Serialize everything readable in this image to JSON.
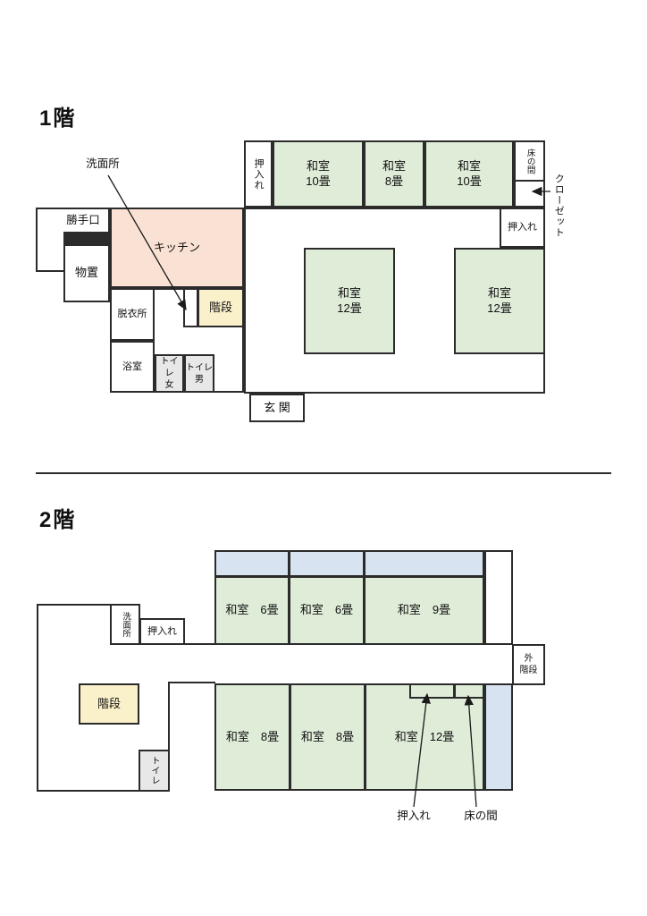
{
  "f1": {
    "title": "1階",
    "senmenjo_label": "洗面所",
    "oshiire_top": "押入れ",
    "washitsu10a": "和室\n10畳",
    "washitsu8": "和室\n8畳",
    "washitsu10b": "和室\n10畳",
    "tokonoma": "床の間",
    "closet_label": "クローゼット",
    "oshiire_right": "押入れ",
    "washitsu12a": "和室\n12畳",
    "washitsu12b": "和室\n12畳",
    "genkan": "玄 関",
    "katteguchi": "勝手口",
    "monooki": "物置",
    "kitchen": "キッチン",
    "datsuisho": "脱衣所",
    "kaidan": "階段",
    "yokushitsu": "浴室",
    "toilet_w": "トイレ\n女",
    "toilet_m": "トイレ\n男"
  },
  "f2": {
    "title": "2階",
    "senmenjo": "洗面所",
    "oshiire": "押入れ",
    "washitsu6a": "和室　6畳",
    "washitsu6b": "和室　6畳",
    "washitsu9": "和室　9畳",
    "soto_kaidan": "外\n階段",
    "kaidan": "階段",
    "toilet": "トイレ",
    "washitsu8a": "和室　8畳",
    "washitsu8b": "和室　8畳",
    "washitsu12": "和室　12畳",
    "oshiire_label": "押入れ",
    "tokonoma_label": "床の間"
  },
  "colors": {
    "tatami_green": "#dfecd8",
    "veranda_blue": "#d7e3f1",
    "stairs_yellow": "#faf0ca",
    "kitchen_peach": "#f9e2d3",
    "toilet_gray": "#e8e8e8",
    "wall": "#2b2b2b"
  }
}
